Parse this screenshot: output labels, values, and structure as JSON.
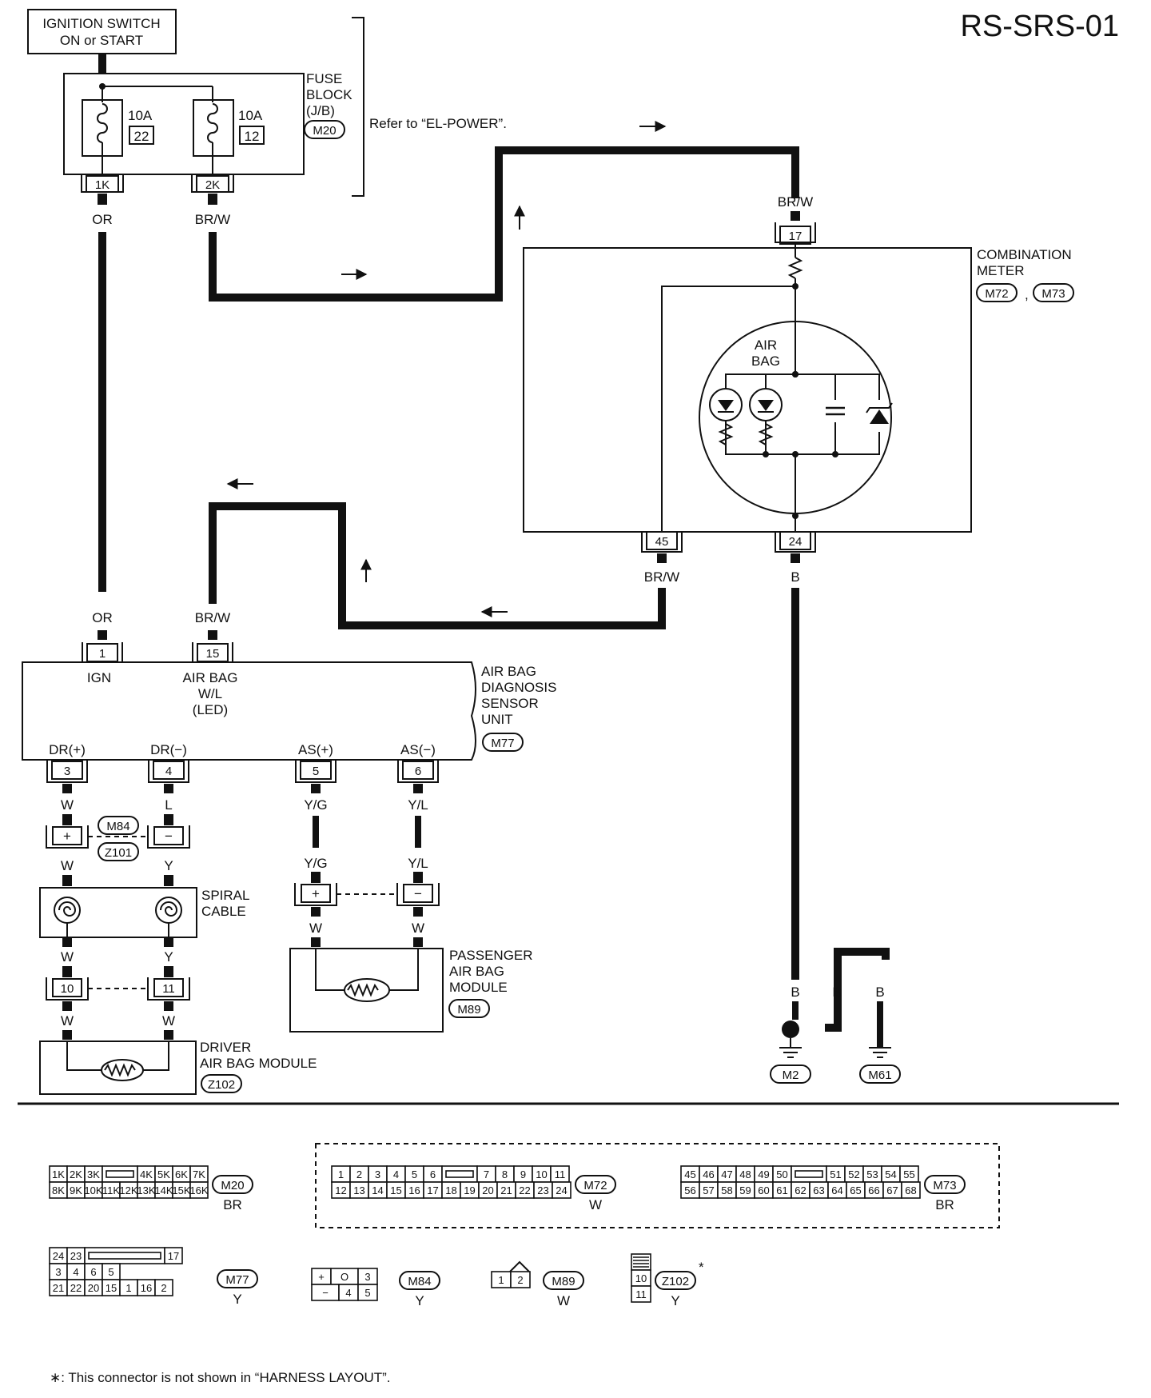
{
  "page_title": "RS-SRS-01",
  "ignition": {
    "line1": "IGNITION SWITCH",
    "line2": "ON or START"
  },
  "fuse_block": {
    "label_lines": [
      "FUSE",
      "BLOCK",
      "(J/B)"
    ],
    "connector": "M20",
    "fuse_left": {
      "rating": "10A",
      "number": "22",
      "terminal": "1K",
      "wire": "OR"
    },
    "fuse_right": {
      "rating": "10A",
      "number": "12",
      "terminal": "2K",
      "wire": "BR/W"
    },
    "refer": "Refer to “EL-POWER”."
  },
  "combination_meter": {
    "label_lines": [
      "COMBINATION",
      "METER"
    ],
    "connectors": [
      "M72",
      "M73"
    ],
    "lamp_lines": [
      "AIR",
      "BAG"
    ],
    "terminal_top": "17",
    "terminal_top_wire": "BR/W",
    "terminal_left": "45",
    "terminal_left_wire": "BR/W",
    "terminal_right": "24",
    "terminal_right_wire": "B"
  },
  "sensor_unit": {
    "label_lines": [
      "AIR BAG",
      "DIAGNOSIS",
      "SENSOR",
      "UNIT"
    ],
    "connector": "M77",
    "pin1": {
      "num": "1",
      "name": "IGN",
      "wire": "OR"
    },
    "pin15": {
      "num": "15",
      "name_lines": [
        "AIR BAG",
        "W/L",
        "(LED)"
      ],
      "wire": "BR/W"
    },
    "pin3": {
      "num": "3",
      "name": "DR(+)",
      "wire": "W"
    },
    "pin4": {
      "num": "4",
      "name": "DR(−)",
      "wire": "L"
    },
    "pin5": {
      "num": "5",
      "name": "AS(+)",
      "wire": "Y/G"
    },
    "pin6": {
      "num": "6",
      "name": "AS(−)",
      "wire": "Y/L"
    }
  },
  "driver_side": {
    "conn_top": "M84",
    "conn_bottom": "Z101",
    "plus": "+",
    "minus": "−",
    "wire_w": "W",
    "wire_y": "Y",
    "spiral_lines": [
      "SPIRAL",
      "CABLE"
    ],
    "pin10": "10",
    "pin11": "11",
    "module_lines": [
      "DRIVER",
      "AIR BAG MODULE"
    ],
    "module_conn": "Z102"
  },
  "passenger_side": {
    "wire_yg": "Y/G",
    "wire_yl": "Y/L",
    "wire_w": "W",
    "module_lines": [
      "PASSENGER",
      "AIR BAG",
      "MODULE"
    ],
    "module_conn": "M89"
  },
  "ground": {
    "wire": "B",
    "g1": "M2",
    "g2": "M61"
  },
  "connector_views": {
    "m20": {
      "id": "M20",
      "color": "BR",
      "row1": [
        "1K",
        "2K",
        "3K",
        "",
        "4K",
        "5K",
        "6K",
        "7K"
      ],
      "row2": [
        "8K",
        "9K",
        "10K",
        "11K",
        "12K",
        "13K",
        "14K",
        "15K",
        "16K"
      ]
    },
    "m72": {
      "id": "M72",
      "color": "W",
      "row1": [
        "1",
        "2",
        "3",
        "4",
        "5",
        "6",
        "",
        "7",
        "8",
        "9",
        "10",
        "11"
      ],
      "row2": [
        "12",
        "13",
        "14",
        "15",
        "16",
        "17",
        "18",
        "19",
        "20",
        "21",
        "22",
        "23",
        "24"
      ]
    },
    "m73": {
      "id": "M73",
      "color": "BR",
      "row1": [
        "45",
        "46",
        "47",
        "48",
        "49",
        "50",
        "",
        "51",
        "52",
        "53",
        "54",
        "55"
      ],
      "row2": [
        "56",
        "57",
        "58",
        "59",
        "60",
        "61",
        "62",
        "63",
        "64",
        "65",
        "66",
        "67",
        "68"
      ]
    },
    "m77": {
      "id": "M77",
      "color": "Y",
      "row1": [
        "24",
        "23",
        "",
        "17"
      ],
      "row2": [
        "3",
        "4",
        "6",
        "5"
      ],
      "row3": [
        "21",
        "22",
        "20",
        "15",
        "1",
        "16",
        "2"
      ]
    },
    "m84": {
      "id": "M84",
      "color": "Y",
      "cells": [
        "+",
        "O",
        "3",
        "−",
        "4",
        "5"
      ]
    },
    "m89": {
      "id": "M89",
      "color": "W",
      "cells": [
        "1",
        "2"
      ]
    },
    "z102": {
      "id": "Z102",
      "color": "Y",
      "cells": [
        "10",
        "11"
      ],
      "mark": "*"
    }
  },
  "footnote": "∗: This connector is not shown in “HARNESS LAYOUT”."
}
